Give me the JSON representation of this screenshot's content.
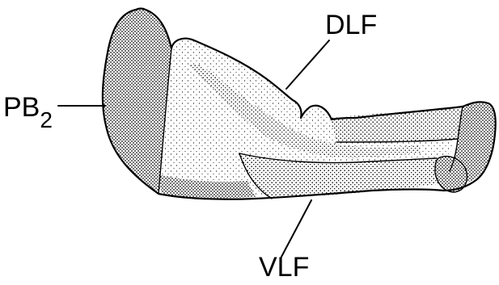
{
  "labels": {
    "pb2_base": "PB",
    "pb2_sub": "2",
    "dlf": "DLF",
    "vlf": "VLF"
  },
  "colors": {
    "ink": "#000000",
    "paper": "#ffffff"
  }
}
